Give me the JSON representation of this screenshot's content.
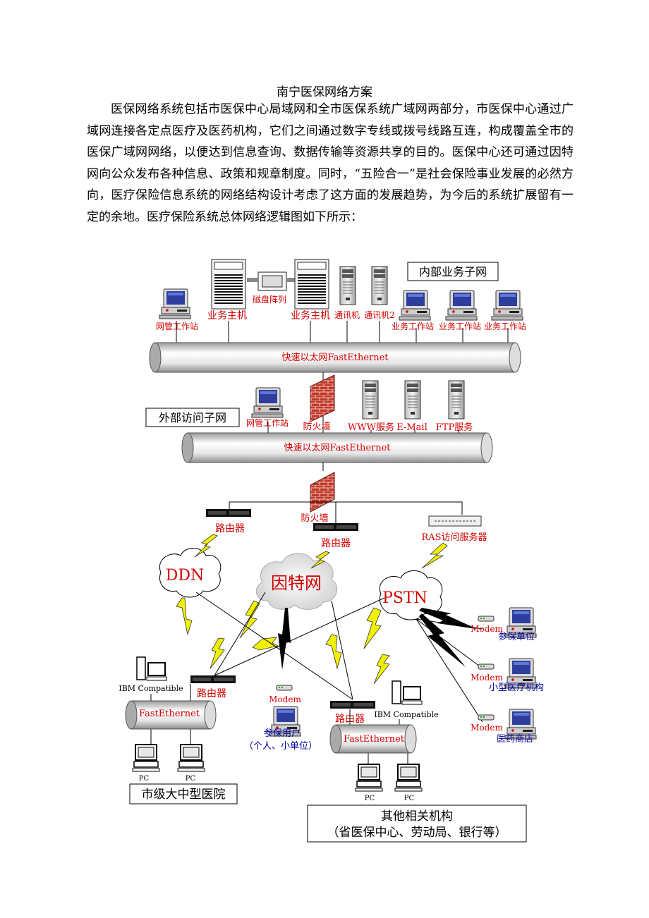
{
  "document": {
    "title": "南宁医保网络方案",
    "paragraph": "医保网络系统包括市医保中心局域网和全市医保系统广域网两部分，市医保中心通过广域网连接各定点医疗及医药机构，它们之间通过数字专线或拨号线路互连，构成覆盖全市的医保广域网网络，以便达到信息查询、数据传输等资源共享的目的。医保中心还可通过因特网向公众发布各种信息、政策和规章制度。同时，“五险合一”是社会保险事业发展的必然方向，医疗保险信息系统的网络结构设计考虑了这方面的发展趋势，为今后的系统扩展留有一定的余地。医疗保险系统总体网络逻辑图如下所示："
  },
  "diagram": {
    "colors": {
      "red_label": "#d40000",
      "blue_label": "#0000a0",
      "lightning": "#f2f200",
      "firewall": "#c0392b"
    },
    "internal": {
      "box_label": "内部业务子网",
      "workstation_mgmt": "网管工作站",
      "host1": "业务主机",
      "disk_array": "磁盘阵列",
      "host2": "业务主机",
      "comm1": "通讯机",
      "comm2": "通讯机2",
      "biz_ws": [
        "业务工作站",
        "业务工作站",
        "业务工作站"
      ],
      "backbone": "快速以太网FastEthernet"
    },
    "external": {
      "box_label": "外部访问子网",
      "workstation_mgmt": "网管工作站",
      "firewall": "防火墙",
      "www": "WWW服务",
      "email": "E-Mail",
      "ftp": "FTP服务",
      "backbone": "快速以太网FastEthernet"
    },
    "wan": {
      "firewall": "防火墙",
      "router_left": "路由器",
      "router_mid": "路由器",
      "ras": "RAS访问服务器",
      "ddn": "DDN",
      "internet": "因特网",
      "pstn": "PSTN"
    },
    "hospital": {
      "ibm": "IBM Compatible",
      "router": "路由器",
      "ethernet": "FastEthernet",
      "pc": [
        "PC",
        "PC"
      ],
      "box_label": "市级大中型医院"
    },
    "insured_user": {
      "modem": "Modem",
      "label1": "参保用户",
      "label2": "（个人、小单位）"
    },
    "other": {
      "router": "路由器",
      "ibm": "IBM Compatible",
      "ethernet": "FastEthernet",
      "pc": [
        "PC",
        "PC"
      ],
      "box_line1": "其他相关机构",
      "box_line2": "（省医保中心、劳动局、银行等）"
    },
    "dialup": [
      {
        "modem": "Modem",
        "label": "参保单位"
      },
      {
        "modem": "Modem",
        "label": "小型医疗机构"
      },
      {
        "modem": "Modem",
        "label": "医药商店"
      }
    ]
  }
}
